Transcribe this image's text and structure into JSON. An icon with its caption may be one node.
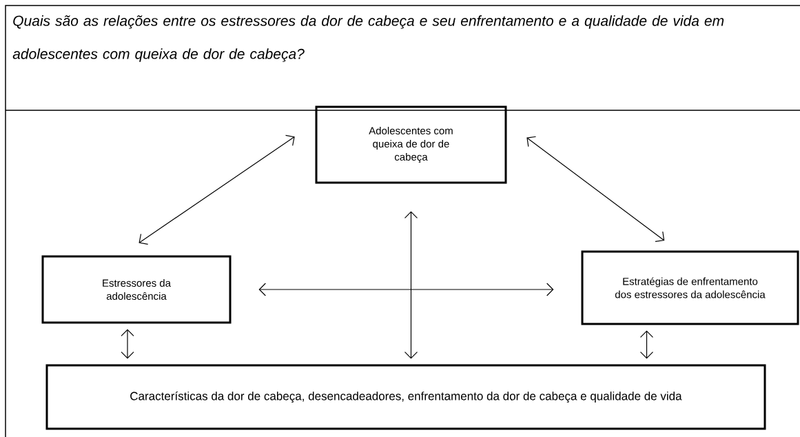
{
  "diagram": {
    "title": "Quais são as relações entre os estressores da dor de cabeça e seu enfrentamento e a qualidade de vida em adolescentes com queixa de dor de cabeça?",
    "nodes": [
      {
        "text": [
          "Adolescentes com queixa de dor de cabeça"
        ]
      },
      {
        "text": [
          "Estressores da adolescência"
        ]
      },
      {
        "text": [
          "Estratégias de enfrentamento dos estressores da adolescência"
        ]
      },
      {
        "text": [
          "Características da dor de cabeça, desencadeadores, enfrentamento da dor de cabeça e qualidade de vida"
        ]
      }
    ],
    "edges": [
      {
        "from": 0,
        "to": 1,
        "arrow": "both"
      },
      {
        "from": 0,
        "to": 2,
        "arrow": "both"
      },
      {
        "from": 1,
        "to": 2,
        "arrow": "both"
      },
      {
        "from": 0,
        "to": 3,
        "arrow": "both"
      },
      {
        "from": 1,
        "to": 3,
        "arrow": "both"
      },
      {
        "from": 2,
        "to": 3,
        "arrow": "both"
      }
    ]
  }
}
